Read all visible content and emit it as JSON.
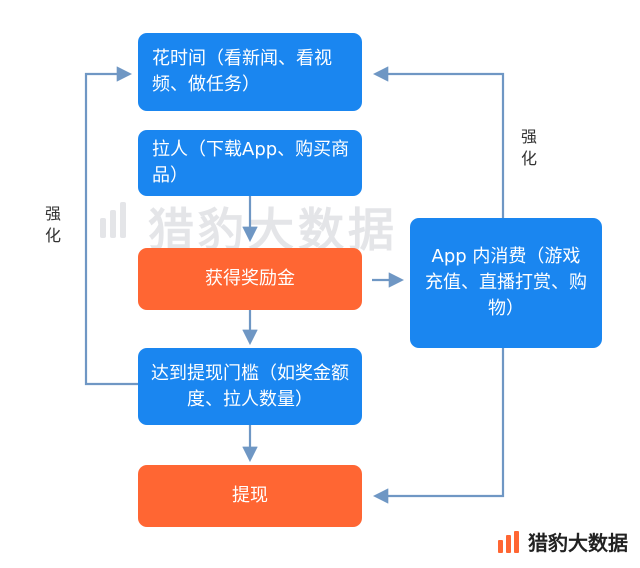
{
  "diagram": {
    "nodes": {
      "spend_time": {
        "text": "花时间（看新闻、看视频、做任务）"
      },
      "invite": {
        "text": "拉人（下载App、购买商品）"
      },
      "reward": {
        "text": "获得奖励金"
      },
      "threshold": {
        "text": "达到提现门槛（如奖金额度、拉人数量）"
      },
      "withdraw": {
        "text": "提现"
      },
      "in_app": {
        "text": "App 内消费（游戏充值、直播打赏、购物）"
      }
    },
    "left_loop_label": "强化",
    "right_loop_label": "强化"
  },
  "watermark": {
    "text": "猎豹大数据"
  },
  "logo": {
    "text": "猎豹大数据"
  },
  "colors": {
    "blue": "#1a86f0",
    "orange": "#ff6633",
    "arrow": "#6f97c4"
  }
}
